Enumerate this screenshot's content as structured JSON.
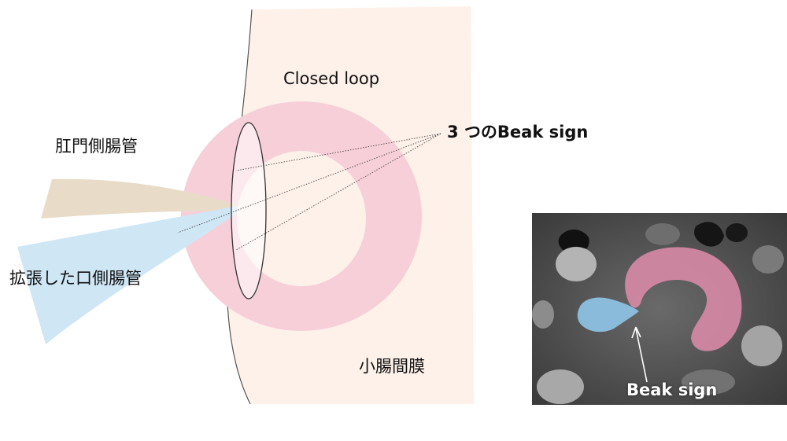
{
  "labels": {
    "closed_loop": "Closed loop",
    "three_beak_signs": "3 つのBeak sign",
    "anal_side_bowel": "肛門側腸管",
    "dilated_oral_side_bowel": "拡張した口側腸管",
    "small_bowel_mesentery": "小腸間膜",
    "ct_beak_sign": "Beak sign"
  },
  "colors": {
    "mesentery_fill": "#fdf1ea",
    "closed_loop_pink": "#f7cfd9",
    "anal_bowel_tan": "#e8dcc8",
    "oral_bowel_blue": "#cfe6f5",
    "outline": "#555555",
    "ct_pink_overlay": "#d78aa6",
    "ct_blue_overlay": "#8ec3e6"
  }
}
